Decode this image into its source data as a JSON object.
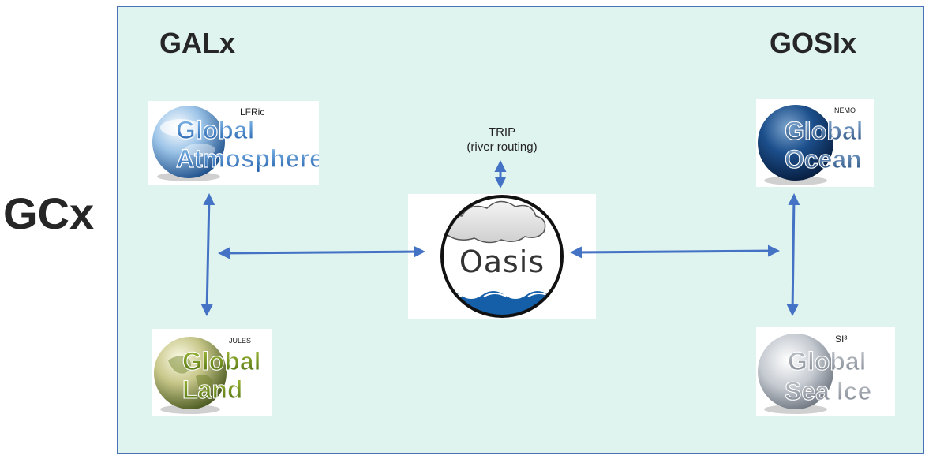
{
  "outer_label": "GCx",
  "groups": {
    "left": {
      "title": "GALx"
    },
    "right": {
      "title": "GOSIx"
    }
  },
  "components": {
    "atmosphere": {
      "brand": "LFRic",
      "line1": "Global",
      "line2": "Atmosphere",
      "colors": [
        "#3a8fd6",
        "#1b4f9c"
      ]
    },
    "land": {
      "brand": "JULES",
      "line1": "Global",
      "line2": "Land",
      "colors": [
        "#7a9a2a",
        "#4a6a10"
      ]
    },
    "ocean": {
      "brand": "NEMO",
      "line1": "Global",
      "line2": "Ocean",
      "colors": [
        "#4a78a8",
        "#1a3a6a"
      ]
    },
    "seaice": {
      "brand": "SI³",
      "line1": "Global",
      "line2": "Sea Ice",
      "colors": [
        "#b8bec6",
        "#7a828c"
      ]
    }
  },
  "coupler": {
    "label": "Oasis"
  },
  "river": {
    "line1": "TRIP",
    "line2": "(river routing)"
  },
  "colors": {
    "arrow": "#4472c4",
    "panel_bg": "#dff3ef",
    "panel_border": "#4a72b8"
  }
}
